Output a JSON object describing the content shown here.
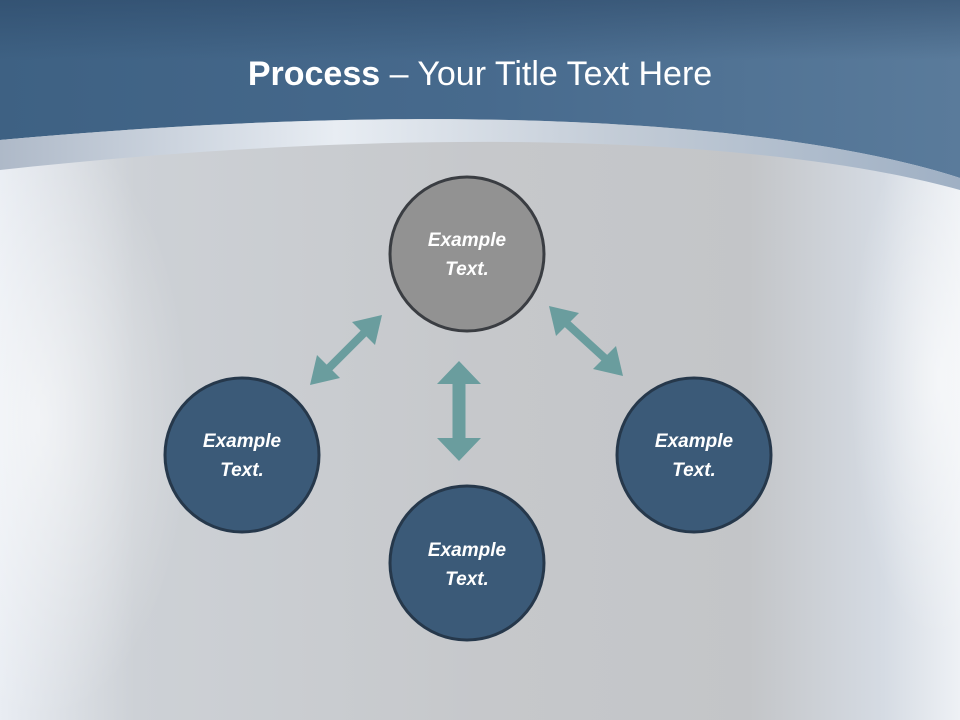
{
  "title": {
    "bold": "Process",
    "separator": " – ",
    "rest": "Your Title Text Here"
  },
  "nodes": [
    {
      "id": "top",
      "line1": "Example",
      "line2": "Text."
    },
    {
      "id": "left",
      "line1": "Example",
      "line2": "Text."
    },
    {
      "id": "bottom",
      "line1": "Example",
      "line2": "Text."
    },
    {
      "id": "right",
      "line1": "Example",
      "line2": "Text."
    }
  ],
  "colors": {
    "header": "#3e6183",
    "header_light": "#587a9c",
    "top_node_fill": "#929292",
    "node_fill": "#3b5a78",
    "node_stroke": "#3a3d42",
    "arrow": "#6a9d9e"
  }
}
